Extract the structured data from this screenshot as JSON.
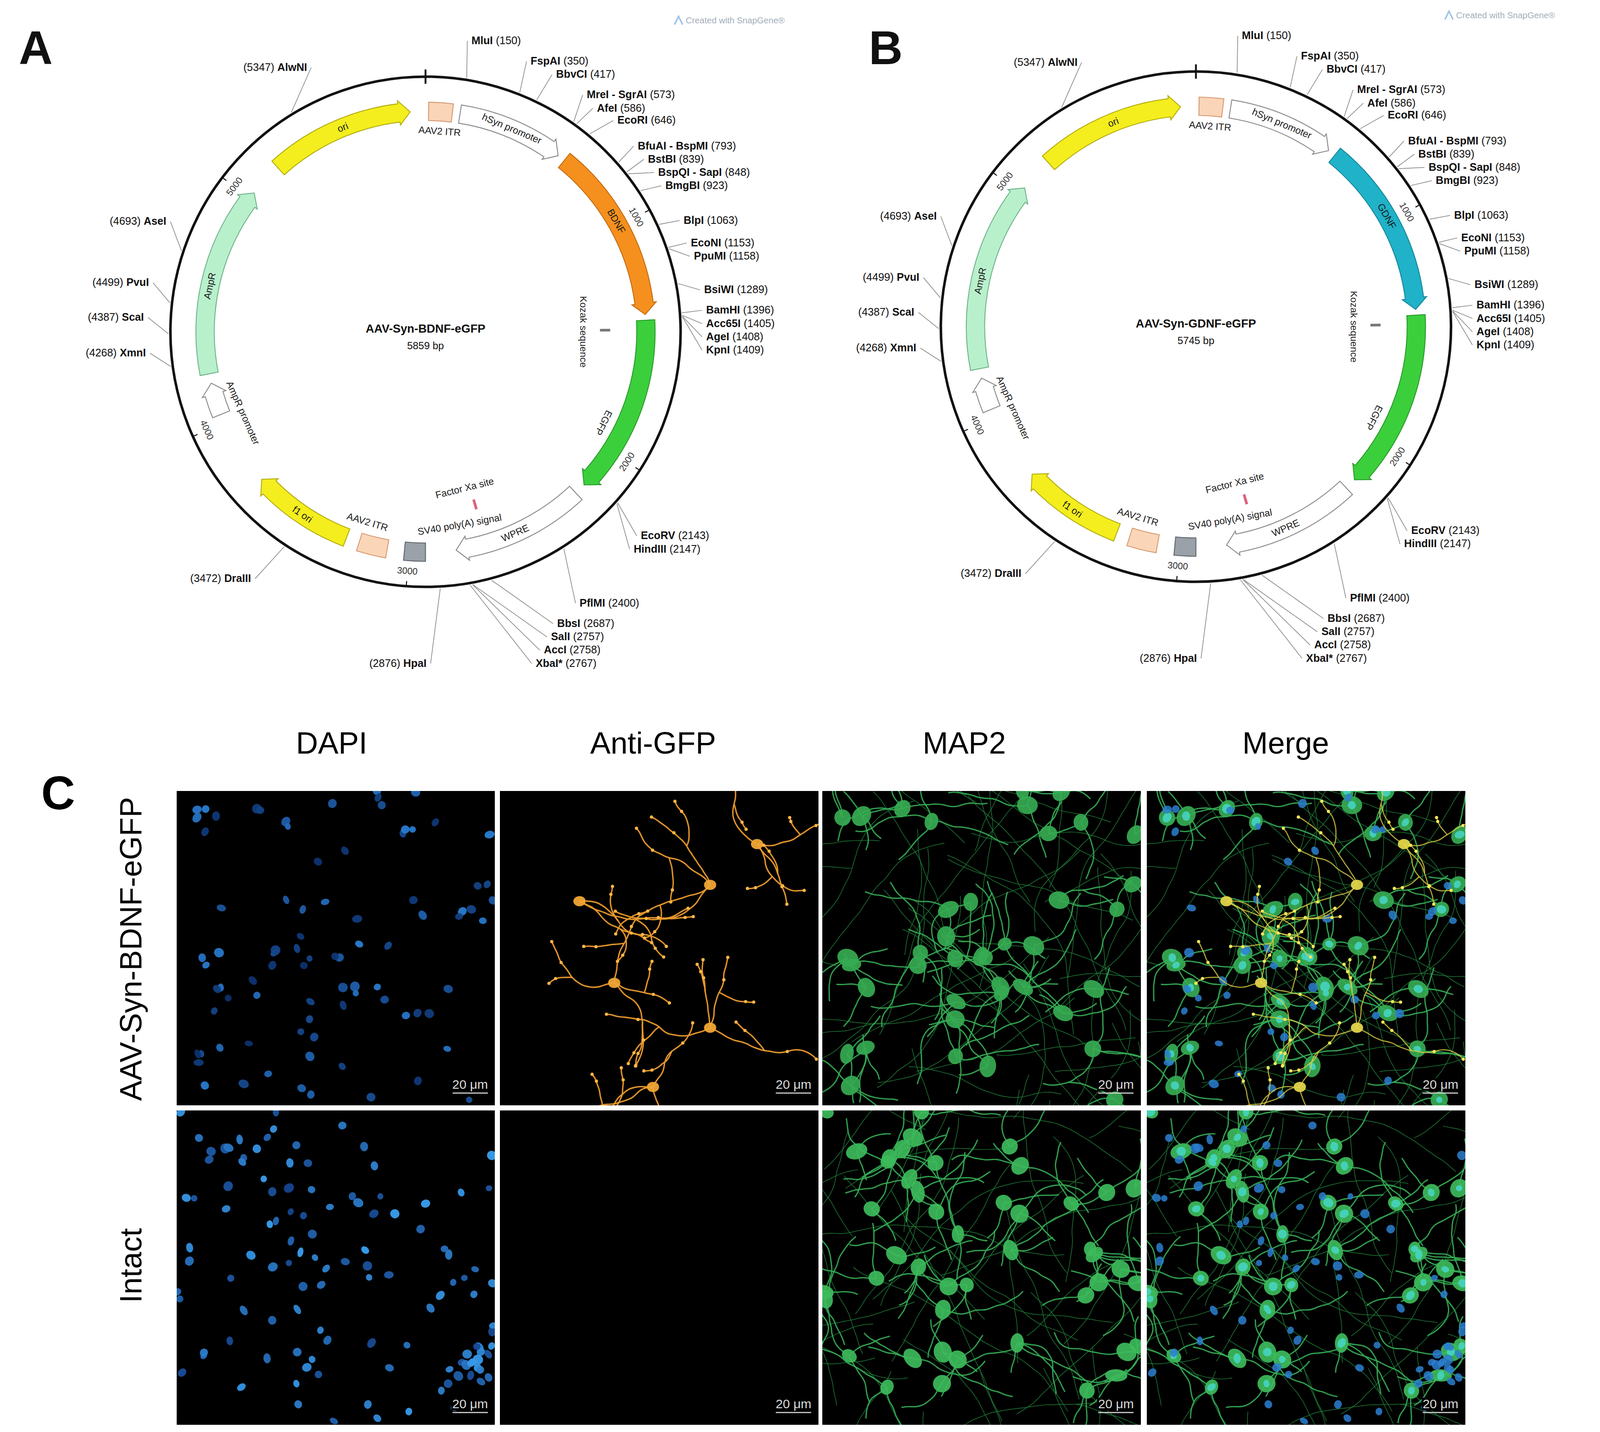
{
  "diagram": {
    "nodes": [
      {
        "text": [
          "20 μm"
        ]
      },
      {
        "text": [
          "20 μm"
        ]
      },
      {
        "text": [
          "20 μm"
        ]
      },
      {
        "text": [
          "20 μm"
        ]
      },
      {
        "text": [
          "20 μm"
        ]
      },
      {
        "text": [
          "20 μm"
        ]
      },
      {
        "text": [
          "20 μm"
        ]
      },
      {
        "text": [
          "20 μm"
        ]
      }
    ],
    "labels": [
      "A",
      "Created with SnapGene®",
      "MluI",
      "(150)",
      "FspAI",
      "(350)",
      "BbvCI",
      "(417)",
      "MreI - SgrAI",
      "(573)",
      "AfeI",
      "(586)",
      "EcoRI",
      "(646)",
      "BfuAI - BspMI",
      "(793)",
      "BstBI",
      "(839)",
      "BspQI - SapI",
      "(848)",
      "BmgBI",
      "(923)",
      "BlpI",
      "(1063)",
      "EcoNI",
      "(1153)",
      "PpuMI",
      "(1158)",
      "BsiWI",
      "(1289)",
      "BamHI",
      "(1396)",
      "Acc65I",
      "(1405)",
      "AgeI",
      "(1408)",
      "KpnI",
      "(1409)",
      "EcoRV",
      "(2143)",
      "HindIII",
      "(2147)",
      "PflMI",
      "(2400)",
      "BbsI",
      "(2687)",
      "SalI",
      "(2757)",
      "AccI",
      "(2758)",
      "XbaI*",
      "(2767)",
      "(2876)",
      "HpaI",
      "(3472)",
      "DraIII",
      "(4268)",
      "XmnI",
      "(4387)",
      "ScaI",
      "(4499)",
      "PvuI",
      "(4693)",
      "AseI",
      "(5347)",
      "AlwNI",
      "ori",
      "AAV2 ITR",
      "hSyn promoter",
      "BDNF",
      "Kozak sequence",
      "EGFP",
      "Factor Xa site",
      "WPRE",
      "SV40 poly(A) signal",
      "AAV2 ITR",
      "f1 ori",
      "AmpR promoter",
      "AmpR",
      "1000",
      "2000",
      "3000",
      "4000",
      "5000",
      "AAV-Syn-BDNF-eGFP",
      "5859 bp",
      "B",
      "Created with SnapGene®",
      "MluI",
      "(150)",
      "FspAI",
      "(350)",
      "BbvCI",
      "(417)",
      "MreI - SgrAI",
      "(573)",
      "AfeI",
      "(586)",
      "EcoRI",
      "(646)",
      "BfuAI - BspMI",
      "(793)",
      "BstBI",
      "(839)",
      "BspQI - SapI",
      "(848)",
      "BmgBI",
      "(923)",
      "BlpI",
      "(1063)",
      "EcoNI",
      "(1153)",
      "PpuMI",
      "(1158)",
      "BsiWI",
      "(1289)",
      "BamHI",
      "(1396)",
      "Acc65I",
      "(1405)",
      "AgeI",
      "(1408)",
      "KpnI",
      "(1409)",
      "EcoRV",
      "(2143)",
      "HindIII",
      "(2147)",
      "PflMI",
      "(2400)",
      "BbsI",
      "(2687)",
      "SalI",
      "(2757)",
      "AccI",
      "(2758)",
      "XbaI*",
      "(2767)",
      "(2876)",
      "HpaI",
      "(3472)",
      "DraIII",
      "(4268)",
      "XmnI",
      "(4387)",
      "ScaI",
      "(4499)",
      "PvuI",
      "(4693)",
      "AseI",
      "(5347)",
      "AlwNI",
      "ori",
      "AAV2 ITR",
      "hSyn promoter",
      "GDNF",
      "Kozak sequence",
      "EGFP",
      "Factor Xa site",
      "WPRE",
      "SV40 poly(A) signal",
      "AAV2 ITR",
      "f1 ori",
      "AmpR promoter",
      "AmpR",
      "1000",
      "2000",
      "3000",
      "4000",
      "5000",
      "AAV-Syn-GDNF-eGFP",
      "5745 bp",
      "C",
      "DAPI",
      "Anti-GFP",
      "MAP2",
      "Merge",
      "AAV-Syn-BDNF-eGFP",
      "Intact"
    ]
  }
}
